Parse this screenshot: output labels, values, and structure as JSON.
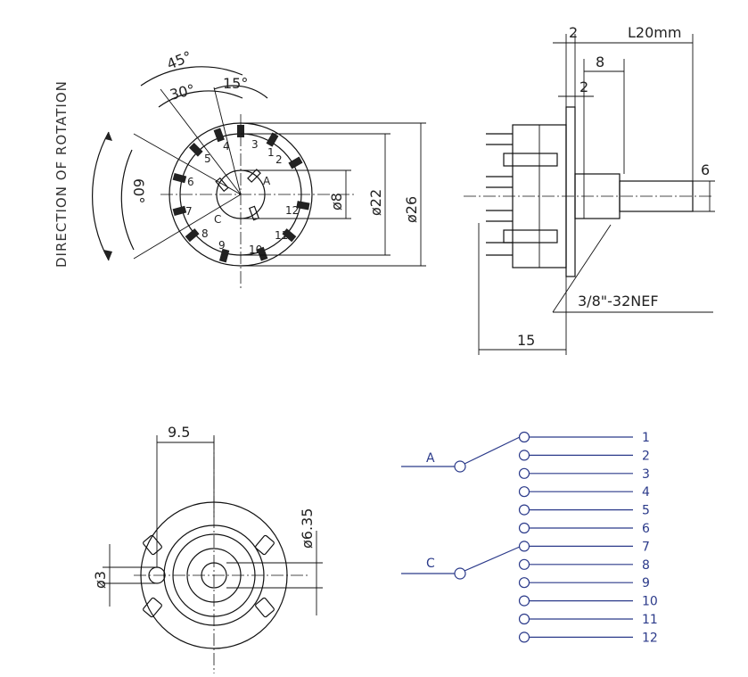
{
  "front_view": {
    "direction_label": "DIRECTION OF ROTATION",
    "angle_45": "45°",
    "angle_30": "30°",
    "angle_15": "15°",
    "angle_60": "60°",
    "dia_8": "ø8",
    "dia_22": "ø22",
    "dia_26": "ø26",
    "contact_labels": [
      "1",
      "2",
      "3",
      "4",
      "5",
      "6",
      "7",
      "8",
      "9",
      "10",
      "11",
      "12",
      "A",
      "C"
    ]
  },
  "side_view": {
    "dim_2_top": "2",
    "dim_shaft_length": "L20mm",
    "dim_8": "8",
    "dim_2_inner": "2",
    "dim_6": "6",
    "thread_spec": "3/8\"-32NEF",
    "dim_15": "15"
  },
  "back_view": {
    "dim_9_5": "9.5",
    "dim_6_35": "ø6.35",
    "dim_3": "ø3"
  },
  "schematic": {
    "common_a": "A",
    "common_c": "C",
    "positions": [
      "1",
      "2",
      "3",
      "4",
      "5",
      "6",
      "7",
      "8",
      "9",
      "10",
      "11",
      "12"
    ],
    "color": "#2b3a8a"
  }
}
